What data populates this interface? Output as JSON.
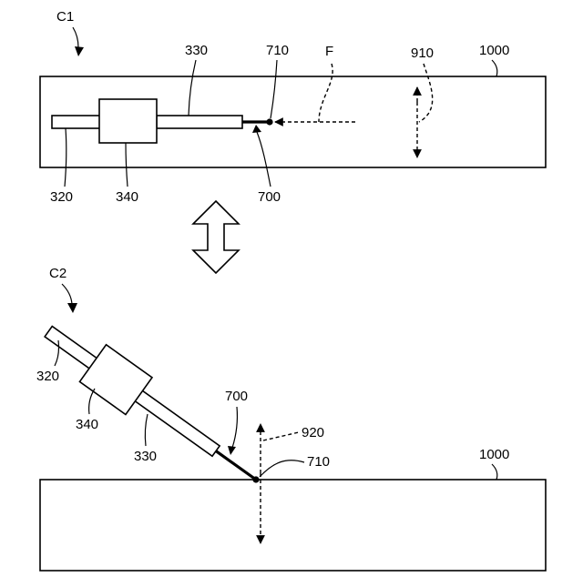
{
  "figure": {
    "top": {
      "label": "C1",
      "parts": {
        "rod": "320",
        "body": "340",
        "shaft": "330",
        "tip_end": "710",
        "tip": "700",
        "force": "F",
        "motion": "910",
        "surface": "1000"
      }
    },
    "bottom": {
      "label": "C2",
      "parts": {
        "rod": "320",
        "body": "340",
        "shaft": "330",
        "tip": "700",
        "motion": "920",
        "tip_end": "710",
        "surface": "1000"
      }
    }
  }
}
